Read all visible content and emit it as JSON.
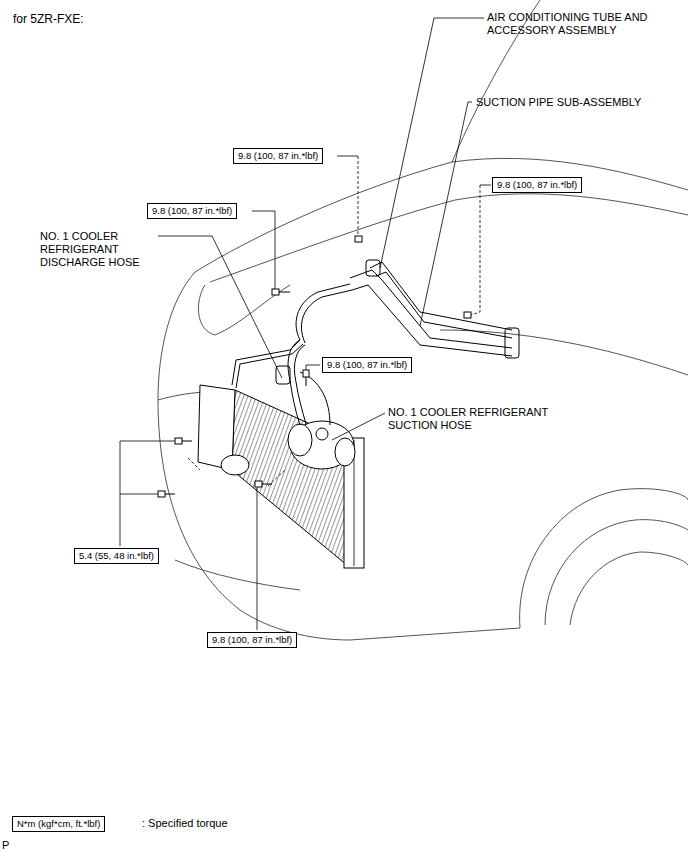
{
  "diagram": {
    "title": "for 5ZR-FXE:",
    "nodes": [
      {
        "text": [
          "9.8 (100, 87 in.*lbf)"
        ]
      },
      {
        "text": [
          "9.8 (100, 87 in.*lbf)"
        ]
      },
      {
        "text": [
          "9.8 (100, 87 in.*lbf)"
        ]
      },
      {
        "text": [
          "9.8 (100, 87 in.*lbf)"
        ]
      },
      {
        "text": [
          "5.4 (55, 48 in.*lbf)"
        ]
      },
      {
        "text": [
          "9.8 (100, 87 in.*lbf)"
        ]
      },
      {
        "text": [
          "N*m (kgf*cm, ft.*lbf)"
        ]
      }
    ],
    "labels": [
      "AIR CONDITIONING TUBE AND ACCESSORY ASSEMBLY",
      "SUCTION PIPE SUB-ASSEMBLY",
      "NO. 1 COOLER REFRIGERANT DISCHARGE HOSE",
      "NO. 1 COOLER REFRIGERANT SUCTION HOSE",
      ": Specified torque",
      "P"
    ]
  }
}
